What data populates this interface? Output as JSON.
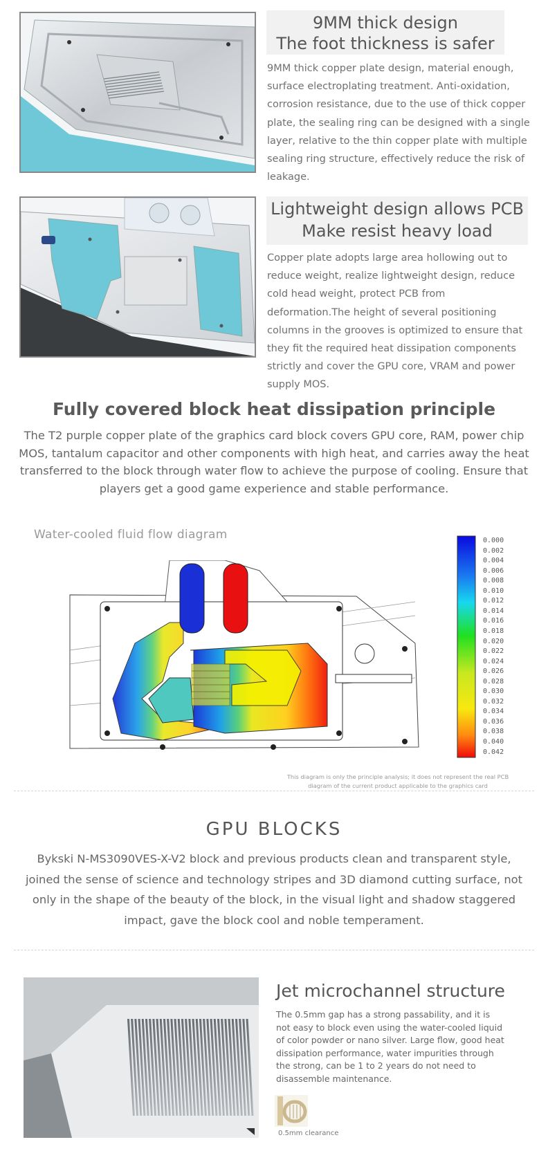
{
  "feature1": {
    "title_line1": "9MM thick design",
    "title_line2": "The foot thickness is safer",
    "body": "9MM thick copper plate design, material enough, surface electroplating treatment. Anti-oxidation, corrosion resistance, due to the use of thick copper plate, the sealing ring can be designed with a single layer, relative to the thin copper plate with multiple sealing ring structure, effectively reduce the risk of leakage."
  },
  "feature2": {
    "title_line1": "Lightweight design allows PCB",
    "title_line2": "Make resist heavy load",
    "body": "Copper plate adopts large area hollowing out to reduce weight, realize lightweight design, reduce cold head weight, protect PCB from deformation.The height of several positioning columns in the grooves is optimized to ensure that they fit the required heat dissipation components strictly and cover the GPU core, VRAM and power supply MOS."
  },
  "principle": {
    "title": "Fully covered block heat dissipation principle",
    "body": "The T2 purple copper plate of the graphics card block covers GPU core, RAM, power chip MOS, tantalum capacitor and other components with high heat, and carries away the heat transferred to the block through water flow to achieve the purpose of cooling. Ensure that players get a good game experience and stable performance."
  },
  "flow_diagram": {
    "title": "Water-cooled fluid flow diagram",
    "legend": [
      "0.000",
      "0.002",
      "0.004",
      "0.006",
      "0.008",
      "0.010",
      "0.012",
      "0.014",
      "0.016",
      "0.018",
      "0.020",
      "0.022",
      "0.024",
      "0.026",
      "0.028",
      "0.030",
      "0.032",
      "0.034",
      "0.036",
      "0.038",
      "0.040",
      "0.042"
    ],
    "disclaimer": "This diagram is only the principle analysis; it does not represent the real PCB diagram of the current product applicable to the graphics card",
    "inlet_color": "#1a2fd6",
    "outlet_color": "#e81010"
  },
  "gpu_blocks": {
    "title": "GPU BLOCKS",
    "body": "Bykski N-MS3090VES-X-V2 block and previous products clean and transparent style, joined the sense of science and technology stripes and 3D diamond cutting surface, not only in the shape of the beauty of the block, in the visual light and shadow staggered impact, gave the block cool and noble temperament."
  },
  "jet": {
    "title": "Jet microchannel structure",
    "body": "The 0.5mm gap has a strong passability, and it is not easy to block even using the water-cooled liquid of color powder or nano silver. Large flow, good heat dissipation performance, water impurities through the strong, can be 1 to 2 years do not need to disassemble maintenance.",
    "clearance_label": "0.5mm clearance"
  },
  "colors": {
    "accent_blue": "#6ec8d8",
    "frame_border": "#888888",
    "heading_bg": "#f1f1f1"
  }
}
